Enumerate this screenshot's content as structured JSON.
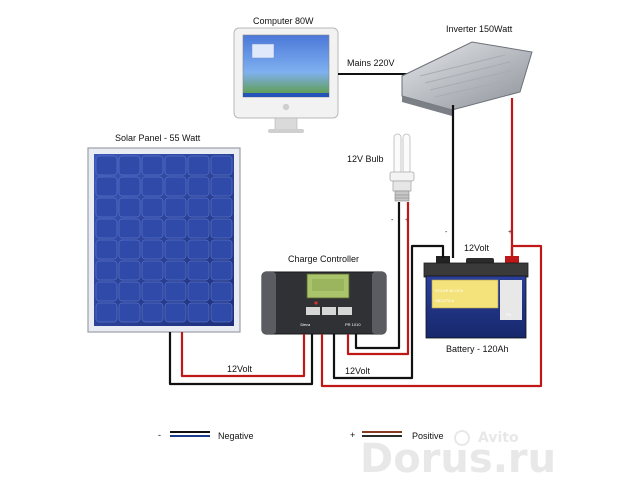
{
  "labels": {
    "computer": "Computer 80W",
    "inverter": "Inverter 150Watt",
    "mains": "Mains 220V",
    "solar_panel": "Solar Panel  - 55 Watt",
    "bulb": "12V Bulb",
    "charge_controller": "Charge Controller",
    "battery": "Battery - 120Ah",
    "volt_battery": "12Volt",
    "volt_panel": "12Volt",
    "volt_lower": "12Volt",
    "minus_battery": "-",
    "plus_battery": "+",
    "minus_bulb": "-",
    "plus_bulb": "+"
  },
  "legend": {
    "negative_symbol": "-",
    "negative_label": "Negative",
    "positive_symbol": "+",
    "positive_label": "Positive"
  },
  "device_text": {
    "controller_brand": "Steca",
    "controller_model": "PR 1010",
    "battery_brand": "SOLAR.BLOCK",
    "battery_model": "SB12/75 A",
    "battery_pb": "Pb"
  },
  "watermark": {
    "site": "Dorus.ru",
    "brand": "Avito"
  },
  "colors": {
    "negative_wire": "#111111",
    "positive_wire": "#c01818",
    "legend_negative": "#1a3a8a",
    "legend_positive": "#8b3a22"
  }
}
